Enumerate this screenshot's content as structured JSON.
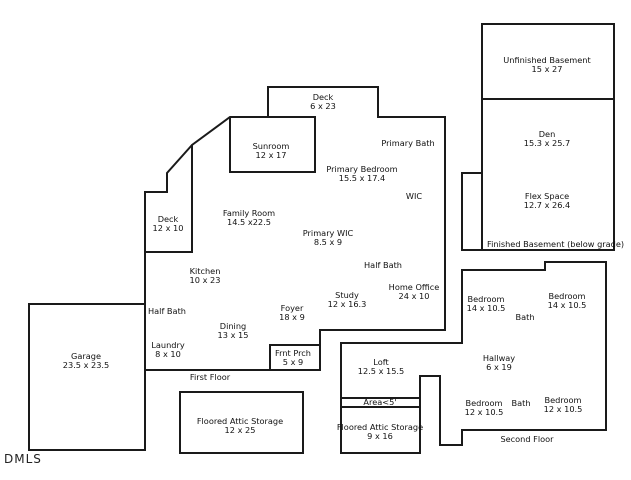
{
  "logo": "DMLS",
  "floors": {
    "first": "First Floor",
    "second": "Second Floor",
    "basement": "Finished Basement (below grade)"
  },
  "rooms": {
    "deck_top": {
      "name": "Deck",
      "dims": "6 x 23"
    },
    "sunroom": {
      "name": "Sunroom",
      "dims": "12 x 17"
    },
    "primary_bath": {
      "name": "Primary Bath"
    },
    "primary_bedroom": {
      "name": "Primary Bedroom",
      "dims": "15.5 x 17.4"
    },
    "wic": {
      "name": "WIC"
    },
    "deck_side": {
      "name": "Deck",
      "dims": "12 x 10"
    },
    "family_room": {
      "name": "Family Room",
      "dims": "14.5 x22.5"
    },
    "primary_wic": {
      "name": "Primary WIC",
      "dims": "8.5 x 9"
    },
    "kitchen": {
      "name": "Kitchen",
      "dims": "10 x 23"
    },
    "half_bath_1": {
      "name": "Half Bath"
    },
    "home_office": {
      "name": "Home Office",
      "dims": "24 x 10"
    },
    "half_bath_2": {
      "name": "Half Bath"
    },
    "study": {
      "name": "Study",
      "dims": "12 x 16.3"
    },
    "foyer": {
      "name": "Foyer",
      "dims": "18 x 9"
    },
    "dining": {
      "name": "Dining",
      "dims": "13 x 15"
    },
    "laundry": {
      "name": "Laundry",
      "dims": "8 x 10"
    },
    "front_porch": {
      "name": "Frnt Prch",
      "dims": "5 x 9"
    },
    "garage": {
      "name": "Garage",
      "dims": "23.5 x 23.5"
    },
    "attic_storage_1": {
      "name": "Floored Attic Storage",
      "dims": "12 x 25"
    },
    "unfinished_basement": {
      "name": "Unfinished Basement",
      "dims": "15 x 27"
    },
    "den": {
      "name": "Den",
      "dims": "15.3 x 25.7"
    },
    "flex_space": {
      "name": "Flex Space",
      "dims": "12.7 x 26.4"
    },
    "bedroom_1": {
      "name": "Bedroom",
      "dims": "14 x 10.5"
    },
    "bedroom_2": {
      "name": "Bedroom",
      "dims": "14 x 10.5"
    },
    "bath_1": {
      "name": "Bath"
    },
    "hallway": {
      "name": "Hallway",
      "dims": "6 x 19"
    },
    "loft": {
      "name": "Loft",
      "dims": "12.5 x 15.5"
    },
    "area": {
      "name": "Area<5'"
    },
    "attic_storage_2": {
      "name": "Floored Attic Storage",
      "dims": "9 x 16"
    },
    "bedroom_3": {
      "name": "Bedroom",
      "dims": "12 x 10.5"
    },
    "bath_2": {
      "name": "Bath"
    },
    "bedroom_4": {
      "name": "Bedroom",
      "dims": "12 x 10.5"
    }
  }
}
